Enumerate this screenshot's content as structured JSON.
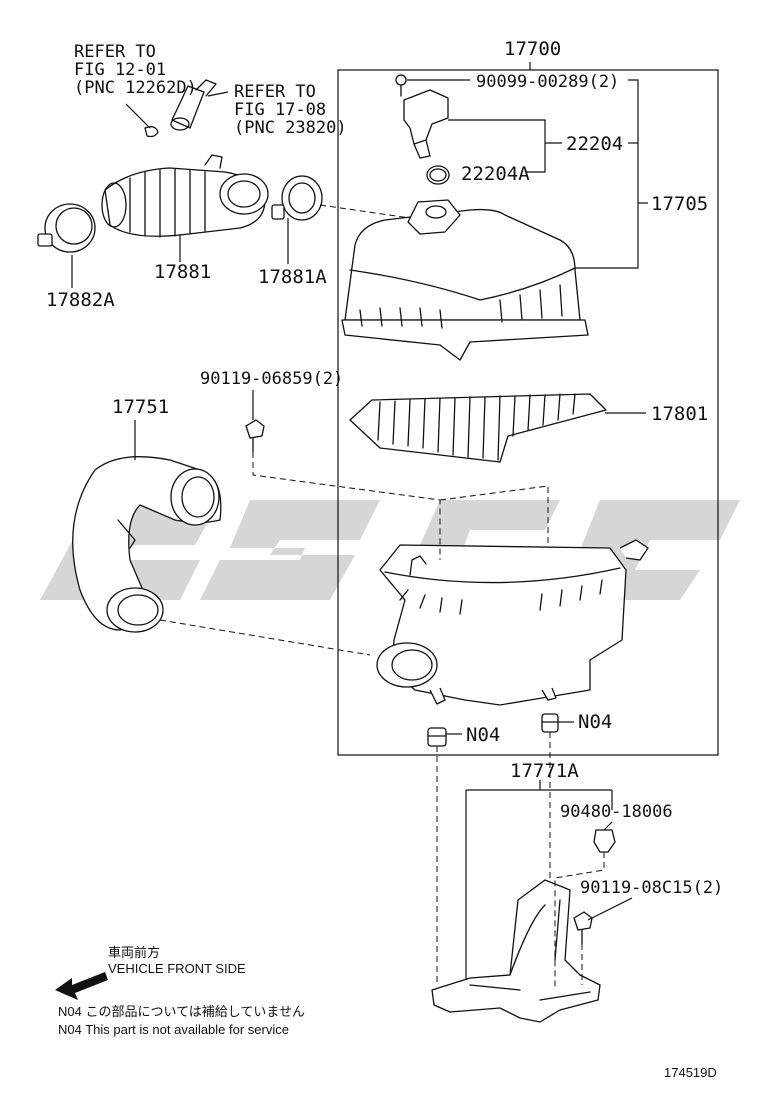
{
  "callouts": {
    "refer1": [
      "REFER TO",
      "FIG 12-01",
      "(PNC 12262D)"
    ],
    "refer2": [
      "REFER TO",
      "FIG 17-08",
      "(PNC 23820)"
    ],
    "p17700": "17700",
    "p90099": "90099-00289(2)",
    "p22204": "22204",
    "p22204A": "22204A",
    "p17705": "17705",
    "p17882A": "17882A",
    "p17881": "17881",
    "p17881A": "17881A",
    "p90119a": "90119-06859(2)",
    "p17751": "17751",
    "p17801": "17801",
    "n04a": "N04",
    "n04b": "N04",
    "p17771A": "17771A",
    "p90480": "90480-18006",
    "p90119b": "90119-08C15(2)"
  },
  "legend": {
    "front_jp": "車両前方",
    "front_en": "VEHICLE FRONT SIDE",
    "note_jp": "N04  この部品については補給していません",
    "note_en": "N04  This part is not available for service"
  },
  "figure_id": "174519D",
  "watermark": {
    "color": "#cfcfcf"
  }
}
